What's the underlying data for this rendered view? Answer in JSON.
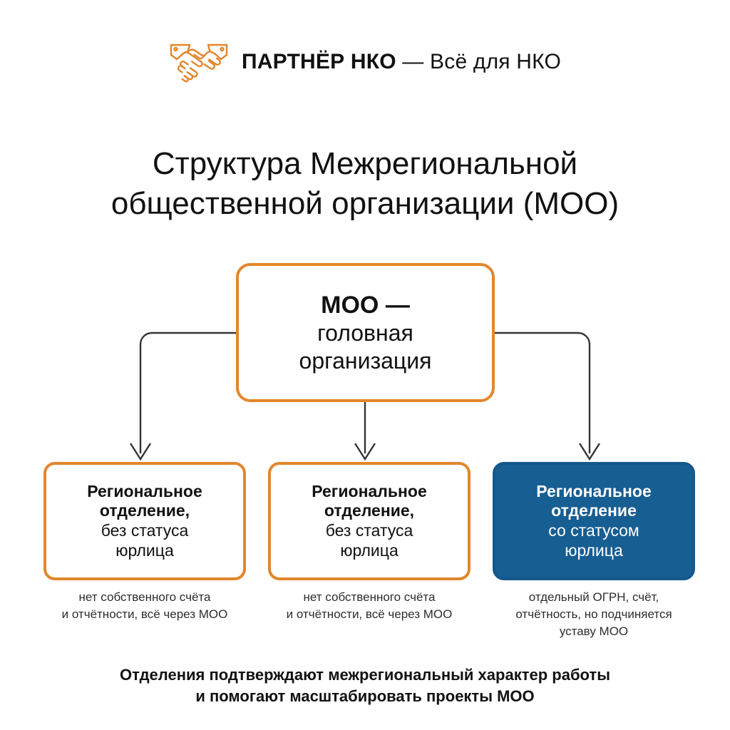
{
  "brand": {
    "logo_icon": "handshake-icon",
    "name": "ПАРТНЁР НКО",
    "tagline": " — Всё для НКО",
    "accent_color": "#e2862c"
  },
  "title": {
    "line1": "Структура Межрегиональной",
    "line2": "общественной организации (МОО)"
  },
  "diagram": {
    "root": {
      "head": "МОО —",
      "sub_line1": "головная",
      "sub_line2": "организация",
      "border_color": "#e2862c",
      "fill_color": "#ffffff"
    },
    "children": [
      {
        "head_line1": "Региональное",
        "head_line2": "отделение,",
        "sub_line1": "без статуса",
        "sub_line2": "юрлица",
        "style": "outline",
        "border_color": "#e2862c",
        "fill_color": "#ffffff",
        "text_color": "#111111",
        "caption_line1": "нет собственного счёта",
        "caption_line2": "и отчётности, всё через МОО"
      },
      {
        "head_line1": "Региональное",
        "head_line2": "отделение,",
        "sub_line1": "без статуса",
        "sub_line2": "юрлица",
        "style": "outline",
        "border_color": "#e2862c",
        "fill_color": "#ffffff",
        "text_color": "#111111",
        "caption_line1": "нет собственного счёта",
        "caption_line2": "и отчётности, всё через МОО"
      },
      {
        "head_line1": "Региональное",
        "head_line2": "отделение",
        "sub_line1": "со статусом",
        "sub_line2": "юрлица",
        "style": "filled",
        "border_color": "#14588c",
        "fill_color": "#175e92",
        "text_color": "#ffffff",
        "caption_line1": "отдельный ОГРН, счёт,",
        "caption_line2": "отчётность, но подчиняется",
        "caption_line3": "уставу МОО"
      }
    ],
    "connector_color": "#33353a"
  },
  "footer": {
    "line1": "Отделения подтверждают межрегиональный характер работы",
    "line2": "и помогают масштабировать проекты МОО"
  }
}
